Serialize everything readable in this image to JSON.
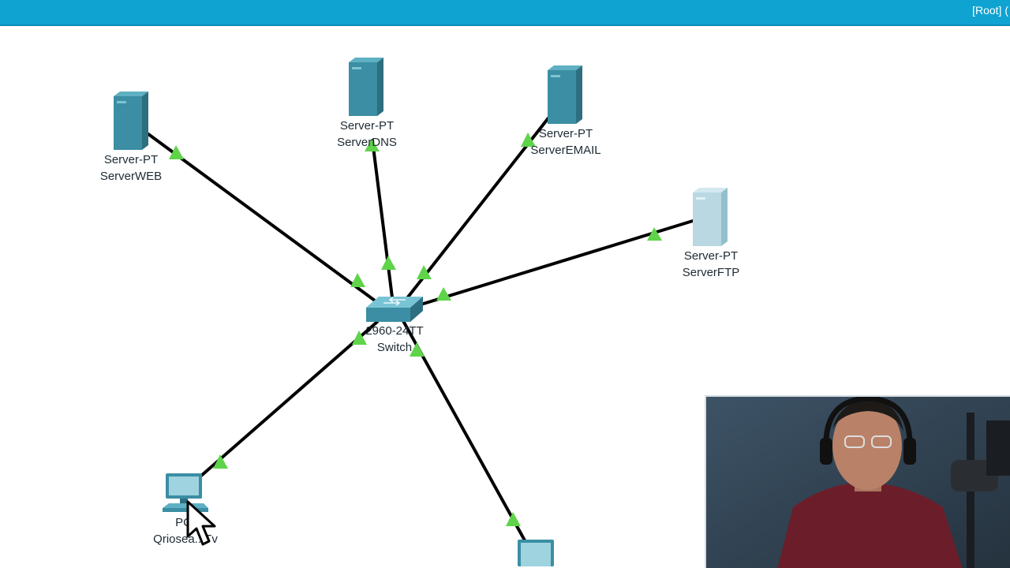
{
  "topbar": {
    "root_label": "[Root] ("
  },
  "devices": {
    "server_web": {
      "model": "Server-PT",
      "name": "ServerWEB"
    },
    "server_dns": {
      "model": "Server-PT",
      "name": "ServerDNS"
    },
    "server_email": {
      "model": "Server-PT",
      "name": "ServerEMAIL"
    },
    "server_ftp": {
      "model": "Server-PT",
      "name": "ServerFTP"
    },
    "switch": {
      "model": "2960-24TT",
      "name": "Switch"
    },
    "pc": {
      "model": "PC-",
      "name": "Qriosea...Tv"
    }
  },
  "colors": {
    "topbar": "#0fa3d1",
    "server": "#3b8ea3",
    "server_light": "#b9d8e2",
    "link": "#000000",
    "link_indicator": "#5fd34a"
  },
  "icons": [
    "server-icon",
    "switch-icon",
    "pc-icon",
    "pointer-cursor-icon"
  ]
}
